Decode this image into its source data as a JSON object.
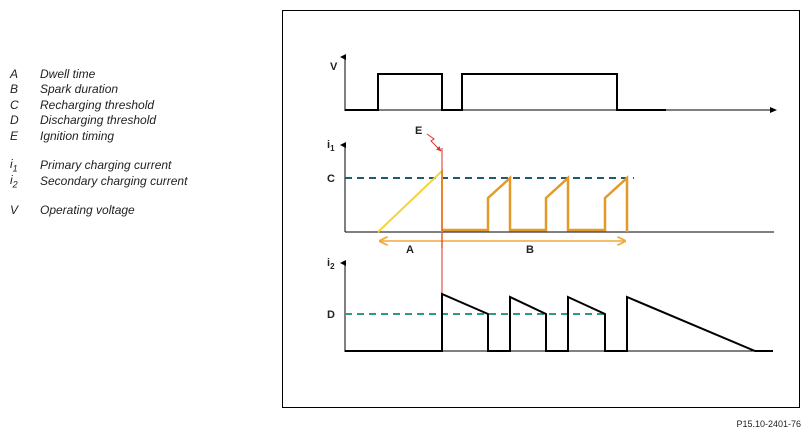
{
  "legend": {
    "items": [
      {
        "key": "A",
        "desc": "Dwell time"
      },
      {
        "key": "B",
        "desc": "Spark duration"
      },
      {
        "key": "C",
        "desc": "Recharging threshold"
      },
      {
        "key": "D",
        "desc": "Discharging threshold"
      },
      {
        "key": "E",
        "desc": "Ignition timing"
      }
    ],
    "currents": [
      {
        "key": "i",
        "sub": "1",
        "desc": "Primary charging current"
      },
      {
        "key": "i",
        "sub": "2",
        "desc": "Secondary charging current"
      }
    ],
    "voltage": {
      "key": "V",
      "desc": "Operating voltage"
    }
  },
  "diagram": {
    "v_label": "V",
    "i1_label": "i",
    "i1_sub": "1",
    "i2_label": "i",
    "i2_sub": "2",
    "c_label": "C",
    "d_label": "D",
    "e_label": "E",
    "a_label": "A",
    "b_label": "B"
  },
  "colors": {
    "charge": "#f5d43a",
    "recharge": "#e39a2b",
    "threshold_c": "#1f5a73",
    "threshold_d": "#2e9a88",
    "ignition": "#d9332b",
    "span": "#f2a93b"
  },
  "reference": "P15.10-2401-76"
}
